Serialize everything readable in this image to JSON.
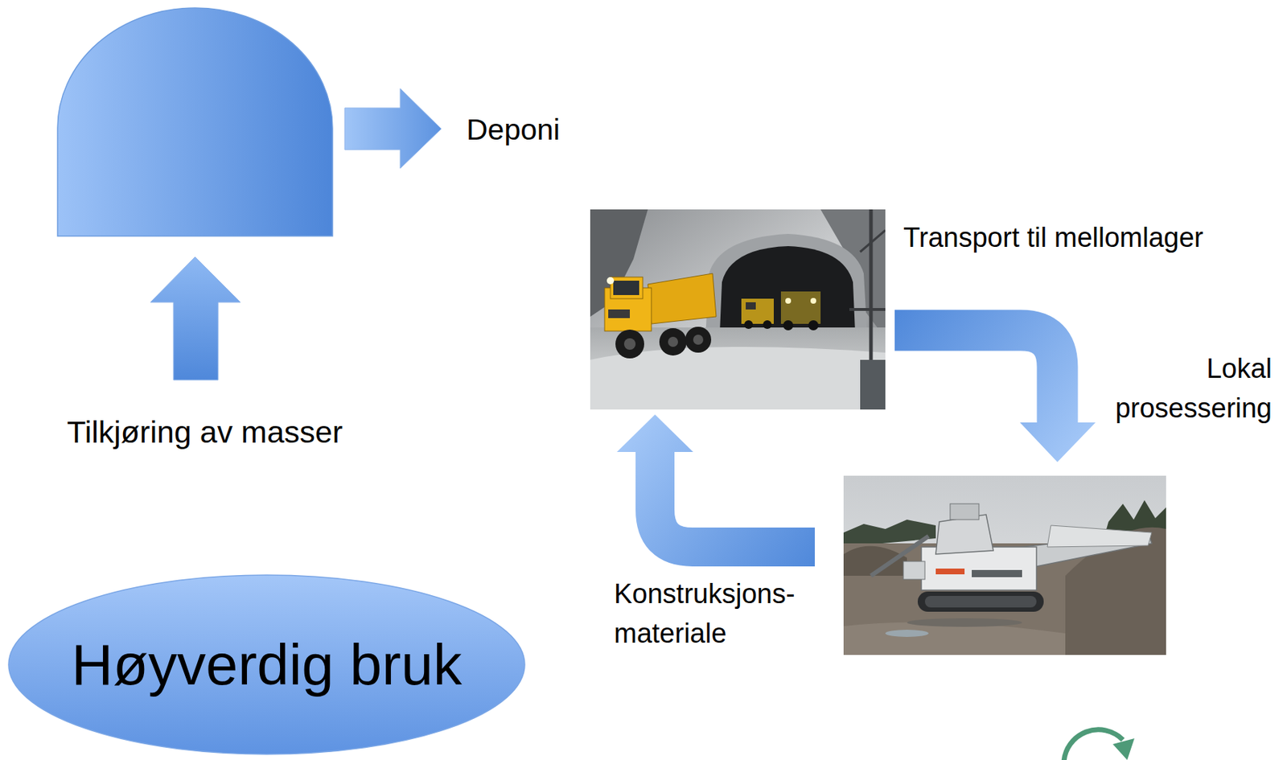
{
  "diagram": {
    "nodes": [
      {
        "text": [
          "Høyverdig bruk"
        ]
      }
    ],
    "labels": [
      "Deponi",
      "Transport til mellomlager",
      "Lokal prosessering",
      "Konstruksjons- materiale",
      "Tilkjøring av masser"
    ]
  }
}
